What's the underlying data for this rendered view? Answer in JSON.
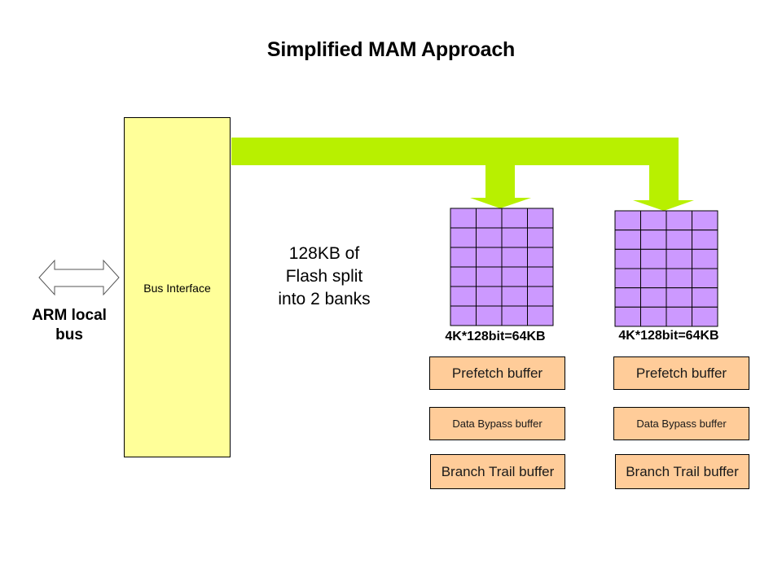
{
  "title": "Simplified MAM Approach",
  "colors": {
    "bus_interface_fill": "#FFFF99",
    "bus_fill": "#B8F000",
    "flash_bank_fill": "#CC99FF",
    "buffer_fill": "#FFCC99"
  },
  "bus_interface": {
    "label": "Bus Interface"
  },
  "arm_bus": {
    "label": "ARM local bus",
    "line1": "ARM local",
    "line2": "bus",
    "icon": "double-arrow-icon"
  },
  "flash_note": {
    "line1": "128KB of",
    "line2": "Flash split",
    "line3": "into 2 banks"
  },
  "banks": [
    {
      "label": "4K*128bit=64KB",
      "grid": {
        "rows": 6,
        "cols": 4
      },
      "buffers": [
        {
          "label": "Prefetch buffer"
        },
        {
          "label": "Data Bypass buffer"
        },
        {
          "label": "Branch Trail buffer"
        }
      ]
    },
    {
      "label": "4K*128bit=64KB",
      "grid": {
        "rows": 6,
        "cols": 4
      },
      "buffers": [
        {
          "label": "Prefetch buffer"
        },
        {
          "label": "Data Bypass buffer"
        },
        {
          "label": "Branch Trail buffer"
        }
      ]
    }
  ]
}
